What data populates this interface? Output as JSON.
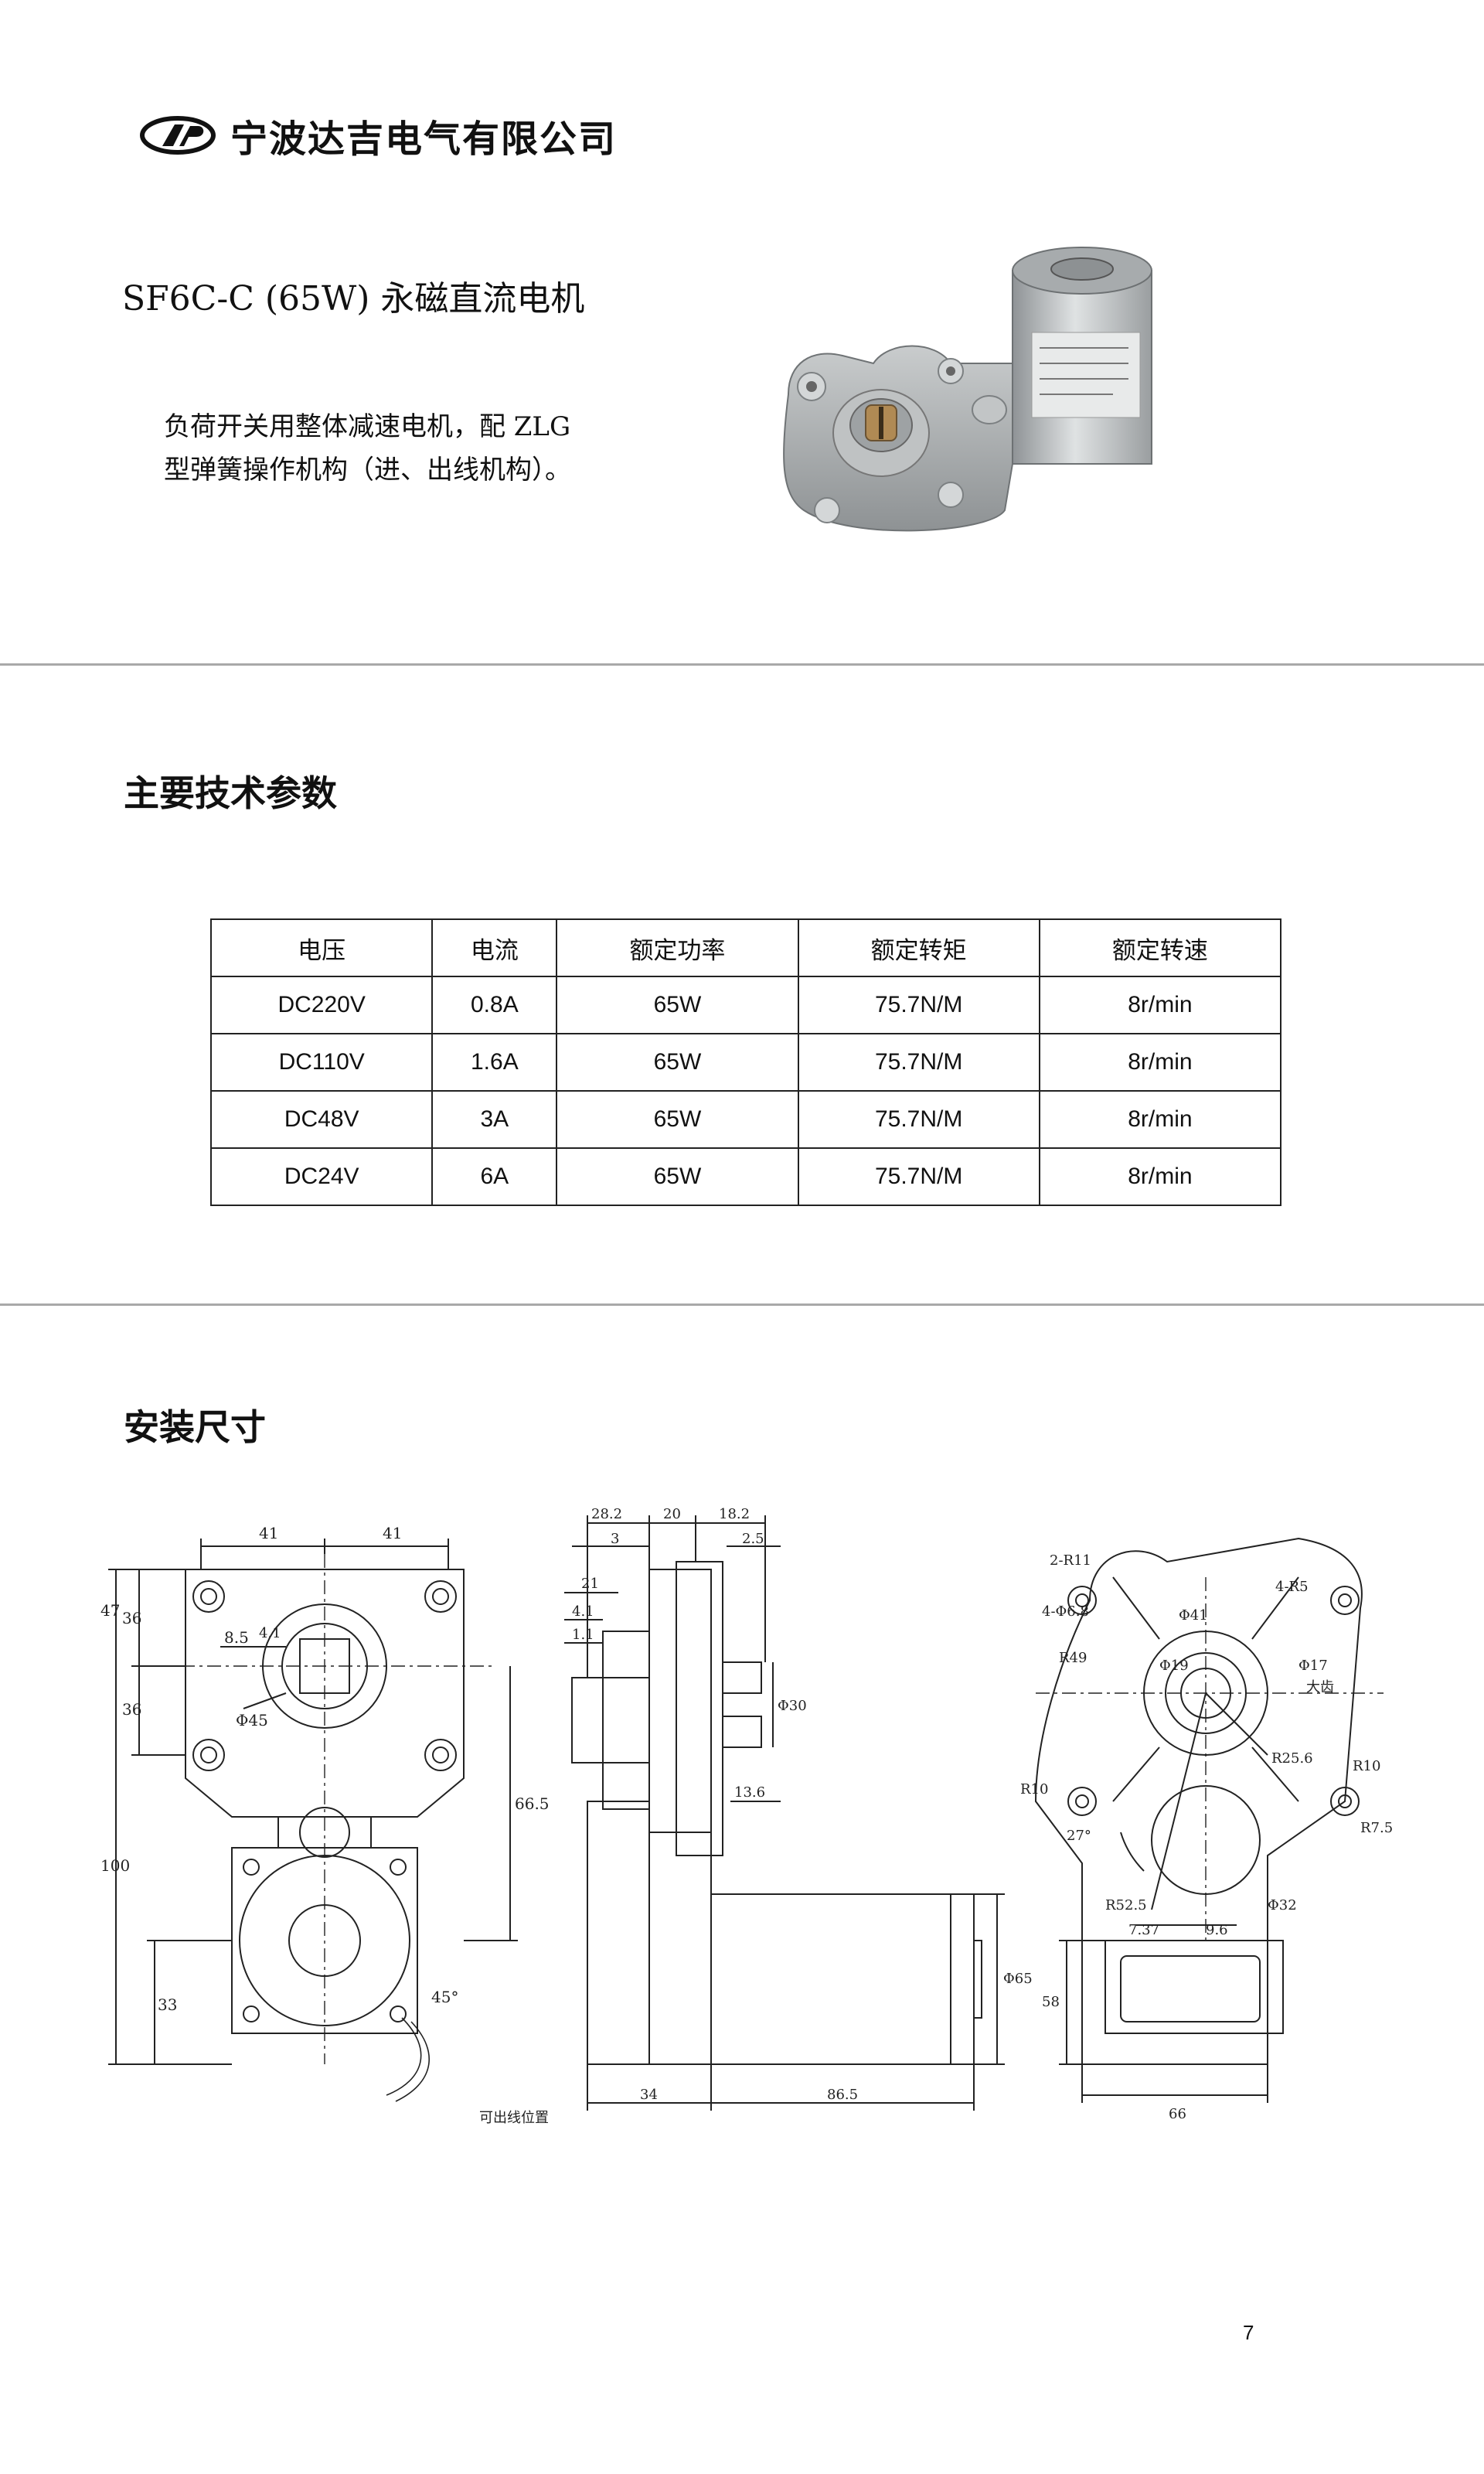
{
  "header": {
    "company": "宁波达吉电气有限公司"
  },
  "product": {
    "title": "SF6C-C (65W) 永磁直流电机",
    "description_line1": "负荷开关用整体减速电机，配 ZLG",
    "description_line2": "型弹簧操作机构（进、出线机构）。"
  },
  "specs": {
    "heading": "主要技术参数",
    "columns": [
      "电压",
      "电流",
      "额定功率",
      "额定转矩",
      "额定转速"
    ],
    "rows": [
      [
        "DC220V",
        "0.8A",
        "65W",
        "75.7N/M",
        "8r/min"
      ],
      [
        "DC110V",
        "1.6A",
        "65W",
        "75.7N/M",
        "8r/min"
      ],
      [
        "DC48V",
        "3A",
        "65W",
        "75.7N/M",
        "8r/min"
      ],
      [
        "DC24V",
        "6A",
        "65W",
        "75.7N/M",
        "8r/min"
      ]
    ]
  },
  "dimensions": {
    "heading": "安装尺寸",
    "front": {
      "top_left": "41",
      "top_right": "41",
      "h47": "47",
      "h36a": "36",
      "h36b": "36",
      "h100": "100",
      "h33": "33",
      "h66_5": "66.5",
      "w8_5": "8.5",
      "w4_1": "4.1",
      "dia45": "Φ45",
      "angle45": "45°",
      "note": "可出线位置"
    },
    "side": {
      "w28_2": "28.2",
      "w20": "20",
      "w18_2": "18.2",
      "w3": "3",
      "w2_5": "2.5",
      "w21": "21",
      "w4_1": "4.1",
      "w1_1": "1.1",
      "dia30": "Φ30",
      "w13_6": "13.6",
      "dia65": "Φ65",
      "w34": "34",
      "w86_5": "86.5"
    },
    "rear": {
      "r11": "2-R11",
      "r5": "4-R5",
      "hole": "4-Φ6.8",
      "dia41": "Φ41",
      "r49": "R49",
      "dia19": "Φ19",
      "dia17": "Φ17",
      "big_gear": "大齿",
      "r25_6": "R25.6",
      "r10a": "R10",
      "r10b": "R10",
      "r7_5": "R7.5",
      "angle27": "27°",
      "r52_5": "R52.5",
      "w7_37": "7.37",
      "w9_6": "9.6",
      "dia32": "Φ32",
      "h58": "58",
      "w66": "66"
    }
  },
  "page_number": "7",
  "colors": {
    "rule": "#a9a9a9",
    "line": "#222222",
    "metal": "#b9bcbd"
  }
}
